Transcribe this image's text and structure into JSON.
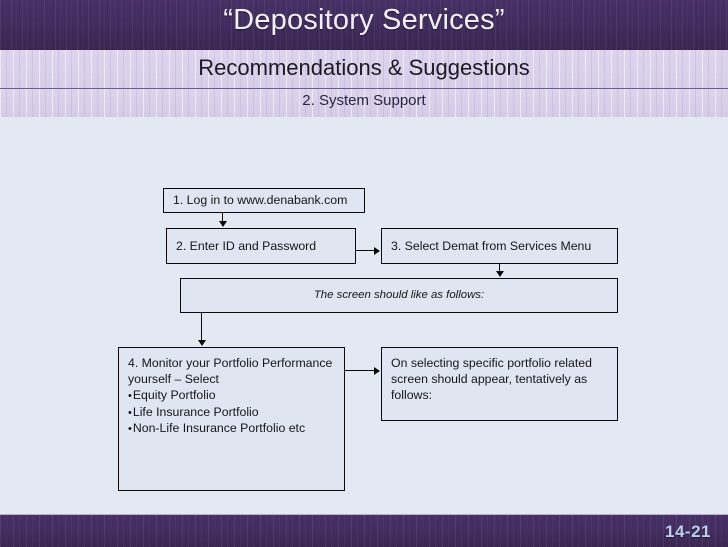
{
  "slide": {
    "title": "“Depository Services”",
    "subtitle": "Recommendations & Suggestions",
    "section": "2. System Support",
    "page_number": "14-21"
  },
  "colors": {
    "header_purple": "#3f2b5c",
    "band_lavender": "#ddd4ec",
    "body_background": "#e3e9f3",
    "box_fill": "#dfe6f1",
    "box_border": "#0a0a0a",
    "page_number": "#b8cfe8"
  },
  "flowchart": {
    "step1": "1. Log in to www.denabank.com",
    "step2": "2. Enter ID and Password",
    "step3": "3. Select Demat from Services Menu",
    "note": "The screen should like as follows:",
    "step4": {
      "line1": "4. Monitor your Portfolio Performance",
      "line2": "yourself – Select",
      "bullets": [
        "Equity Portfolio",
        "Life Insurance Portfolio",
        "Non-Life Insurance Portfolio etc"
      ]
    },
    "result": "On selecting specific portfolio related screen should appear, tentatively as follows:"
  }
}
